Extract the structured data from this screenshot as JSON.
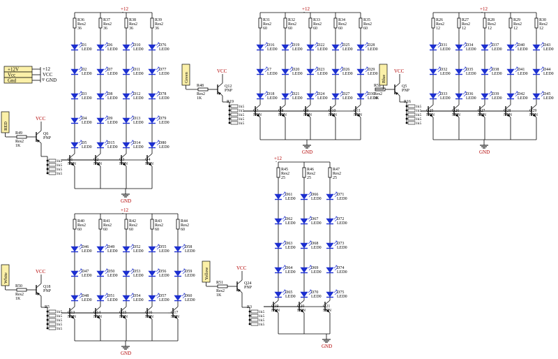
{
  "colors": {
    "wire": "#000000",
    "led": "#1c2fd0",
    "label_bg": "#fbf0a8",
    "net": "#b30000",
    "bg": "#ffffff"
  },
  "power_rail": {
    "labels": [
      "+12V",
      "Vcc",
      "Gnd"
    ],
    "ports": [
      "+12",
      "VCC",
      "GND"
    ]
  },
  "blocks": [
    {
      "input": "RED",
      "vcc": "VCC",
      "plus": "+12",
      "gnd": "GND",
      "base_resistor": [
        "R49",
        "Res2",
        "1K"
      ],
      "pnp": [
        "Q6",
        "PNP"
      ],
      "column_resistors": [
        [
          "R36",
          "Res2",
          "36"
        ],
        [
          "R37",
          "Res2",
          "36"
        ],
        [
          "R38",
          "Res2",
          "36"
        ],
        [
          "R39",
          "Res2",
          "36"
        ]
      ],
      "leds": [
        [
          "D1",
          "D6",
          "D10",
          "D76"
        ],
        [
          "D2",
          "D7",
          "D11",
          "D77"
        ],
        [
          "D3",
          "D8",
          "D12",
          "D78"
        ],
        [
          "D4",
          "D9",
          "D13",
          "D79"
        ],
        [
          "D5",
          "D15",
          "D14",
          "D80"
        ]
      ],
      "led_value": "LED0",
      "npn": [
        "Q1",
        "Q2",
        "Q3",
        "Q4"
      ],
      "npn_type": "NPN",
      "pack": "1k5"
    },
    {
      "input": "Green",
      "vcc": "VCC",
      "plus": "+12",
      "gnd": "GND",
      "base_resistor": [
        "R48",
        "Res2",
        "1K"
      ],
      "pnp": [
        "Q12",
        "PNP"
      ],
      "column_resistors": [
        [
          "R31",
          "Res2",
          "60"
        ],
        [
          "R32",
          "Res2",
          "60"
        ],
        [
          "R33",
          "Res2",
          "60"
        ],
        [
          "R34",
          "Res2",
          "60"
        ],
        [
          "R35",
          "Res2",
          "60"
        ]
      ],
      "leds": [
        [
          "D16",
          "D19",
          "D22",
          "D25",
          "D28"
        ],
        [
          "17",
          "D20",
          "D23",
          "D26",
          "D29"
        ],
        [
          "D18",
          "D21",
          "D24",
          "D27",
          "D30"
        ]
      ],
      "led_value": "LED0",
      "npn": [
        "Q7",
        "Q8",
        "Q9",
        "Q10",
        "Q11"
      ],
      "npn_type": "NPN",
      "pack": "1k5",
      "pack_ref": "R19"
    },
    {
      "input": "Blue",
      "vcc": "VCC",
      "plus": "+12",
      "gnd": "GND",
      "base_resistor": [
        "R52",
        "Res2",
        "1K"
      ],
      "pnp": [
        "Q5",
        "PNP"
      ],
      "column_resistors": [
        [
          "R26",
          "Res2",
          "12"
        ],
        [
          "R27",
          "Res2",
          "12"
        ],
        [
          "R28",
          "Res2",
          "12"
        ],
        [
          "R29",
          "Res2",
          "12"
        ],
        [
          "R30",
          "Res2",
          "12"
        ]
      ],
      "leds": [
        [
          "D31",
          "D34",
          "D37",
          "D40",
          "D43"
        ],
        [
          "D32",
          "D35",
          "D38",
          "D41",
          "D44"
        ],
        [
          "D33",
          "D36",
          "D39",
          "D42",
          "D45"
        ]
      ],
      "led_value": "LED0",
      "npn": [
        "Q25",
        "Q26",
        "Q27",
        "Q28",
        "Q29"
      ],
      "npn_type": "NPN",
      "pack": "1k5",
      "pack_ref": "R16"
    },
    {
      "input": "White",
      "vcc": "VCC",
      "plus": "+12",
      "gnd": "GND",
      "base_resistor": [
        "R50",
        "Res2",
        "1K"
      ],
      "pnp": [
        "Q18",
        "PNP"
      ],
      "column_resistors": [
        [
          "R40",
          "Res2",
          "60"
        ],
        [
          "R41",
          "Res2",
          "60"
        ],
        [
          "R42",
          "Res2",
          "60"
        ],
        [
          "R43",
          "Res2",
          "60"
        ],
        [
          "R44",
          "Res2",
          "60"
        ]
      ],
      "leds": [
        [
          "D46",
          "D49",
          "D52",
          "D55",
          "D58"
        ],
        [
          "D47",
          "D50",
          "D53",
          "D56",
          "D59"
        ],
        [
          "D48",
          "D51",
          "D54",
          "D57",
          "D60"
        ]
      ],
      "led_value": "LED0",
      "npn": [
        "Q13",
        "Q14",
        "Q15",
        "Q16",
        "Q17"
      ],
      "npn_type": "NPN",
      "pack": "1k5",
      "pack_ref": "R5"
    },
    {
      "input": "Yellow",
      "vcc": "VCC",
      "plus": "+12",
      "gnd": "GND",
      "base_resistor": [
        "R51",
        "Res2",
        "1K"
      ],
      "pnp": [
        "Q24",
        "PNP"
      ],
      "column_resistors": [
        [
          "R45",
          "Res2",
          "25"
        ],
        [
          "R46",
          "Res2",
          "25"
        ],
        [
          "R47",
          "Res2",
          "25"
        ]
      ],
      "leds": [
        [
          "D61",
          "D66",
          "D71"
        ],
        [
          "D62",
          "D67",
          "D72"
        ],
        [
          "D63",
          "D68",
          "D73"
        ],
        [
          "D64",
          "D69",
          "D74"
        ],
        [
          "D65",
          "D70",
          "D75"
        ]
      ],
      "led_value": "LED0",
      "npn": [
        "Q19",
        "Q20",
        "Q21"
      ],
      "npn_type": "NPN",
      "pack": "1k5",
      "pack_ref": "R3"
    }
  ]
}
